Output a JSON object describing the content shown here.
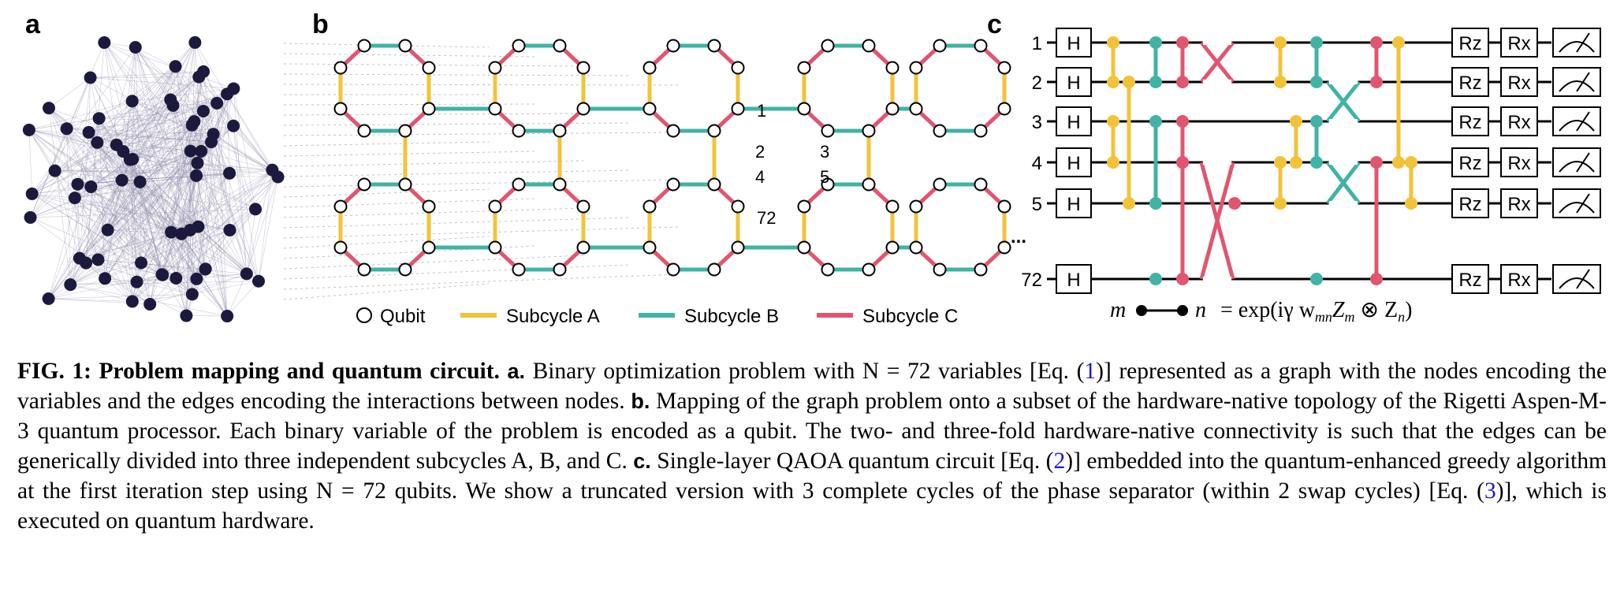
{
  "panels": {
    "a": "a",
    "b": "b",
    "c": "c"
  },
  "legend": {
    "qubit": "Qubit",
    "subcycle_a": "Subcycle A",
    "subcycle_b": "Subcycle B",
    "subcycle_c": "Subcycle C"
  },
  "colors": {
    "A": "#f2c33a",
    "B": "#40b3a5",
    "C": "#e0566f",
    "node": "#1c1a3c"
  },
  "lattice_labels": {
    "n1": "1",
    "n2": "2",
    "n3": "3",
    "n4": "4",
    "n5": "5",
    "n72": "72"
  },
  "circuit": {
    "qubit_labels": [
      "1",
      "2",
      "3",
      "4",
      "5",
      "72"
    ],
    "ellipsis": "...",
    "gate_h": "H",
    "gate_rz": "Rz",
    "gate_rx": "Rx",
    "formula_m": "m",
    "formula_n": "n",
    "formula_rhs": "= exp(iγ w",
    "formula_sub": "mn",
    "formula_z": "Z",
    "formula_zm": "m",
    "formula_otimes": " ⊗ Z",
    "formula_zn": "n",
    "formula_close": ")"
  },
  "caption": {
    "fig": "FIG. 1:",
    "title": "Problem mapping and quantum circuit.",
    "a_label": "a.",
    "a_text1": "Binary optimization problem with N = 72 variables [Eq. (",
    "a_ref": "1",
    "a_text2": ")] represented as a graph with the nodes encoding the variables and the edges encoding the interactions between nodes.",
    "b_label": "b.",
    "b_text": "Mapping of the graph problem onto a subset of the hardware-native topology of the Rigetti Aspen-M-3 quantum processor. Each binary variable of the problem is encoded as a qubit. The two- and three-fold hardware-native connectivity is such that the edges can be generically divided into three independent subcycles A, B, and C.",
    "c_label": "c.",
    "c_text1": "Single-layer QAOA quantum circuit [Eq. (",
    "c_ref1": "2",
    "c_text2": ")] embedded into the quantum-enhanced greedy algorithm at the first iteration step using N = 72 qubits. We show a truncated version with 3 complete cycles of the phase separator (within 2 swap cycles) [Eq. (",
    "c_ref2": "3",
    "c_text3": ")], which is executed on quantum hardware."
  }
}
